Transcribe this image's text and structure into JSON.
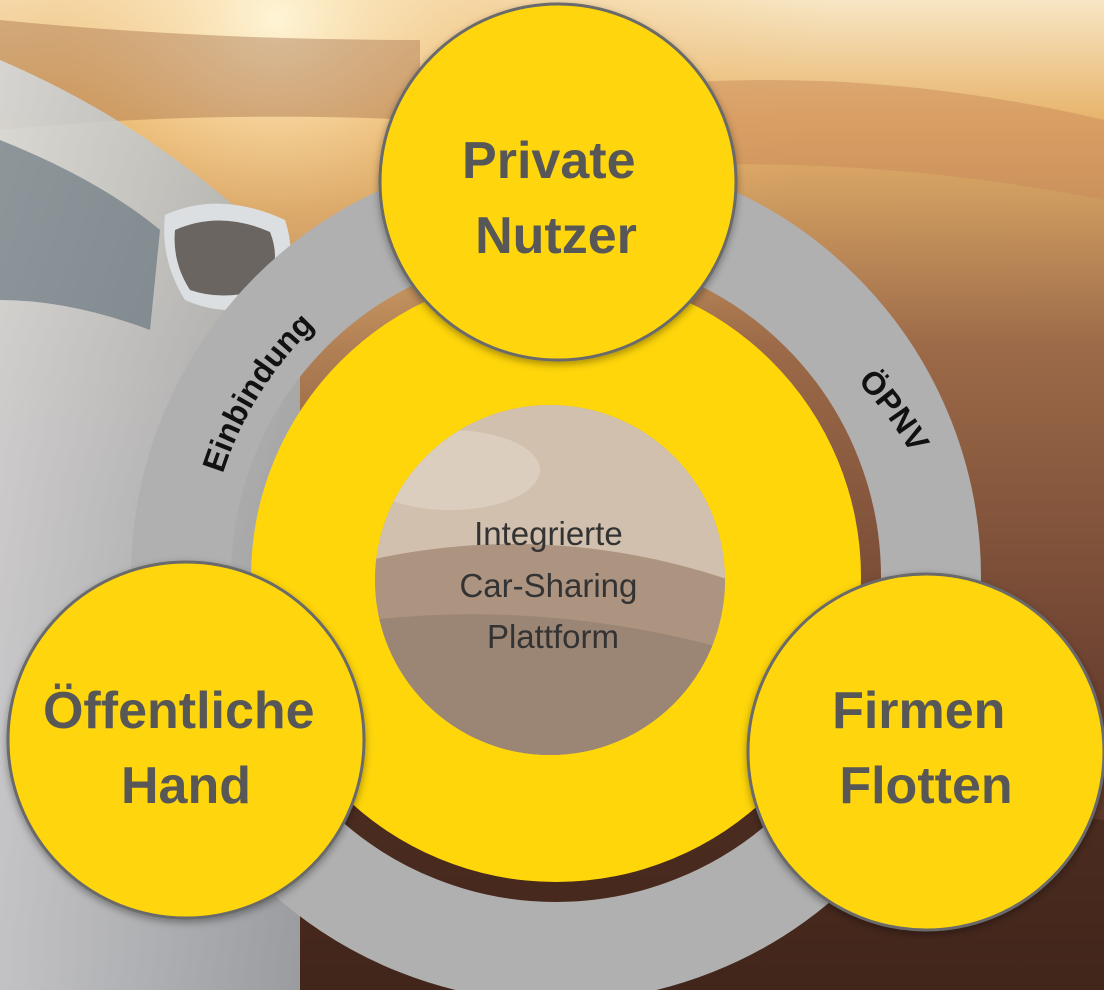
{
  "center": {
    "lines": [
      "Integrierte",
      "Car-Sharing",
      "Plattform"
    ]
  },
  "nodes": {
    "top": {
      "lines": [
        "Private",
        "Nutzer"
      ]
    },
    "left": {
      "lines": [
        "Öffentliche",
        "Hand"
      ]
    },
    "right": {
      "lines": [
        "Firmen",
        "Flotten"
      ]
    }
  },
  "ring_labels": {
    "left": "Einbindung",
    "right": "ÖPNV"
  },
  "colors": {
    "yellow": "#ffd60a",
    "ring_gray": "#b0b0b0",
    "node_border": "#6a6a6a",
    "node_text": "#575757"
  }
}
